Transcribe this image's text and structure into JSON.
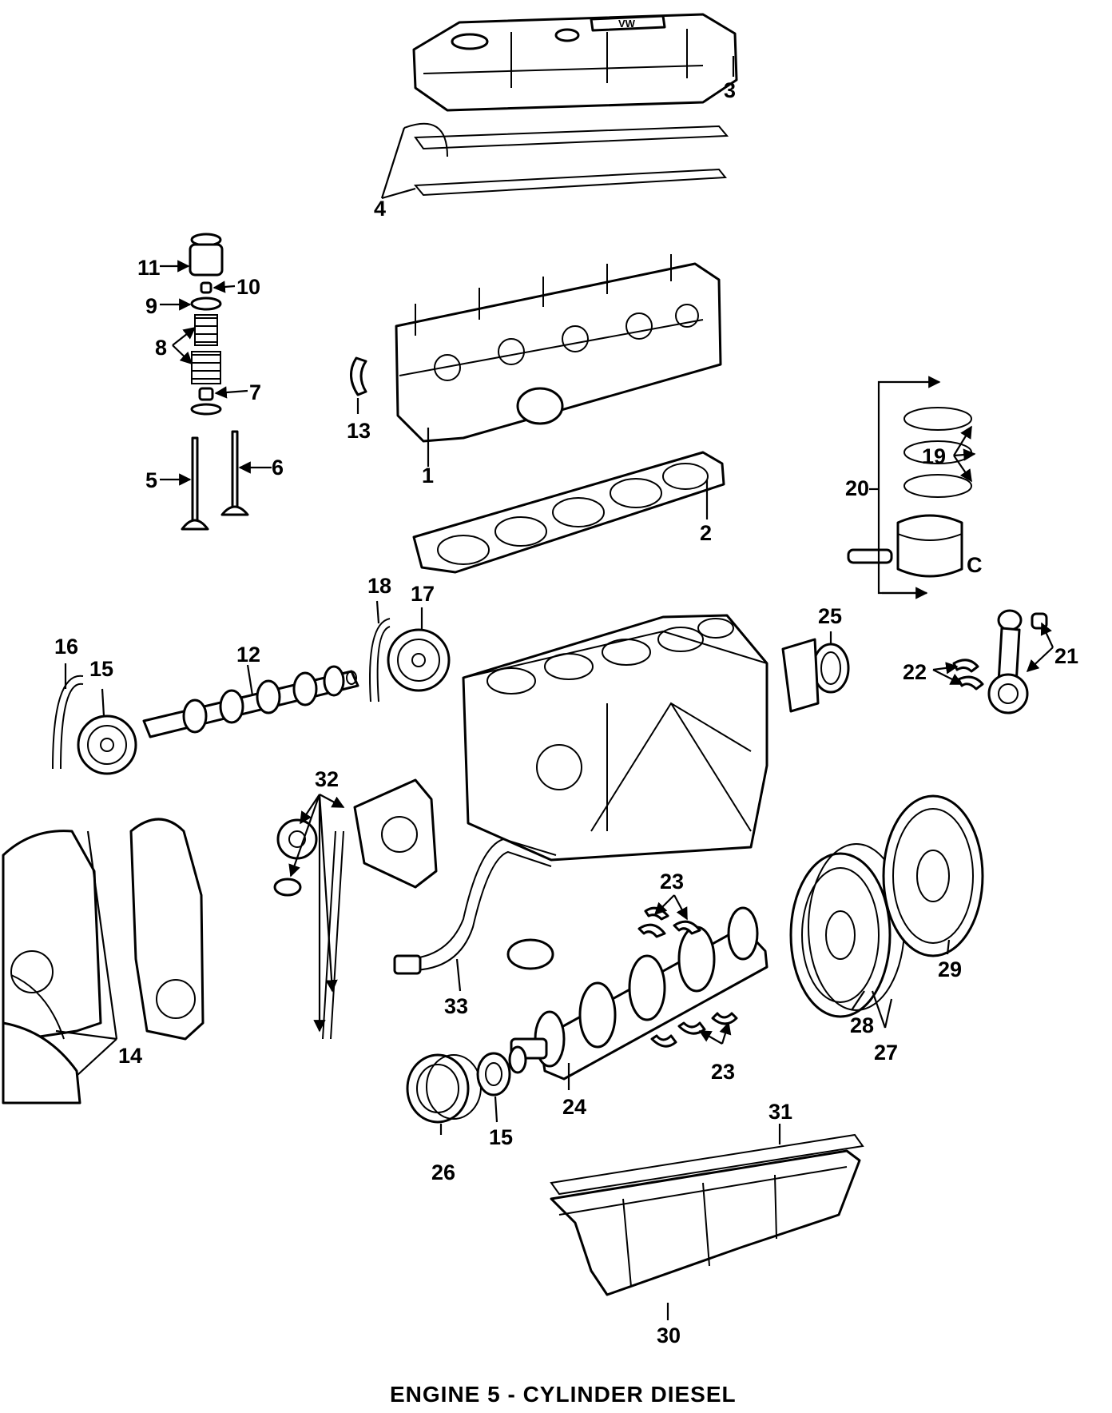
{
  "caption": "ENGINE 5 - CYLINDER DIESEL",
  "valve_cover_text": "VW",
  "piston_label": "C",
  "callouts": {
    "p1": "1",
    "p2": "2",
    "p3": "3",
    "p4": "4",
    "p5": "5",
    "p6": "6",
    "p7": "7",
    "p8": "8",
    "p9": "9",
    "p10": "10",
    "p11": "11",
    "p12": "12",
    "p13": "13",
    "p14": "14",
    "p15a": "15",
    "p15b": "15",
    "p16": "16",
    "p17": "17",
    "p18": "18",
    "p19": "19",
    "p20": "20",
    "p21": "21",
    "p22": "22",
    "p23a": "23",
    "p23b": "23",
    "p24": "24",
    "p25": "25",
    "p26": "26",
    "p27": "27",
    "p28": "28",
    "p29": "29",
    "p30": "30",
    "p31": "31",
    "p32": "32",
    "p33": "33"
  }
}
